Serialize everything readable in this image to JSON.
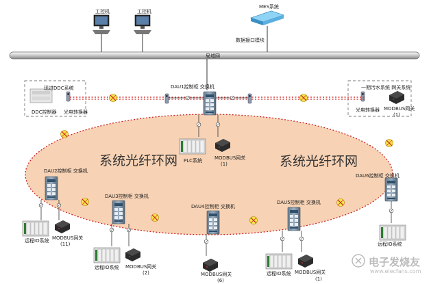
{
  "workstations": [
    "工控机",
    "工控机"
  ],
  "mes": "MES系统",
  "data_interface": "数据接口模块",
  "lan": "局域网",
  "ring": [
    "系统光纤环网",
    "系统光纤环网"
  ],
  "ddc": {
    "title": "现进DDC系统",
    "controller": "DDC控制器",
    "converter": "光电转换器"
  },
  "right_box": {
    "title": "一期污水系统 网关系统",
    "converter": "光电转换器",
    "gateway": "MODBUS网关",
    "count": "(1)"
  },
  "dau1": {
    "label": "DAU1控制柜 交换机",
    "plc": "PLC系统",
    "gateway": "MODBUS网关",
    "count": "(1)"
  },
  "dau2": {
    "label": "DAU2控制柜 交换机",
    "io": "远程IO系统",
    "gateway": "MODBUS网关",
    "count": "(11)"
  },
  "dau3": {
    "label": "DAU3控制柜 交换机",
    "io": "远程IO系统",
    "gateway": "MODBUS网关",
    "count": "(2)"
  },
  "dau4": {
    "label": "DAU4控制柜 交换机",
    "gateway": "MODBUS网关",
    "count": "(6)"
  },
  "dau5": {
    "label": "DAU5控制柜 交换机",
    "io": "远程IO系统",
    "gateway": "MODBUS网关",
    "count": "(1)"
  },
  "dau6": {
    "label": "DAU6控制柜 交换机",
    "io": "远程IO系统"
  },
  "watermark": {
    "text": "电子发烧友",
    "url": "www.elecfans.com"
  }
}
